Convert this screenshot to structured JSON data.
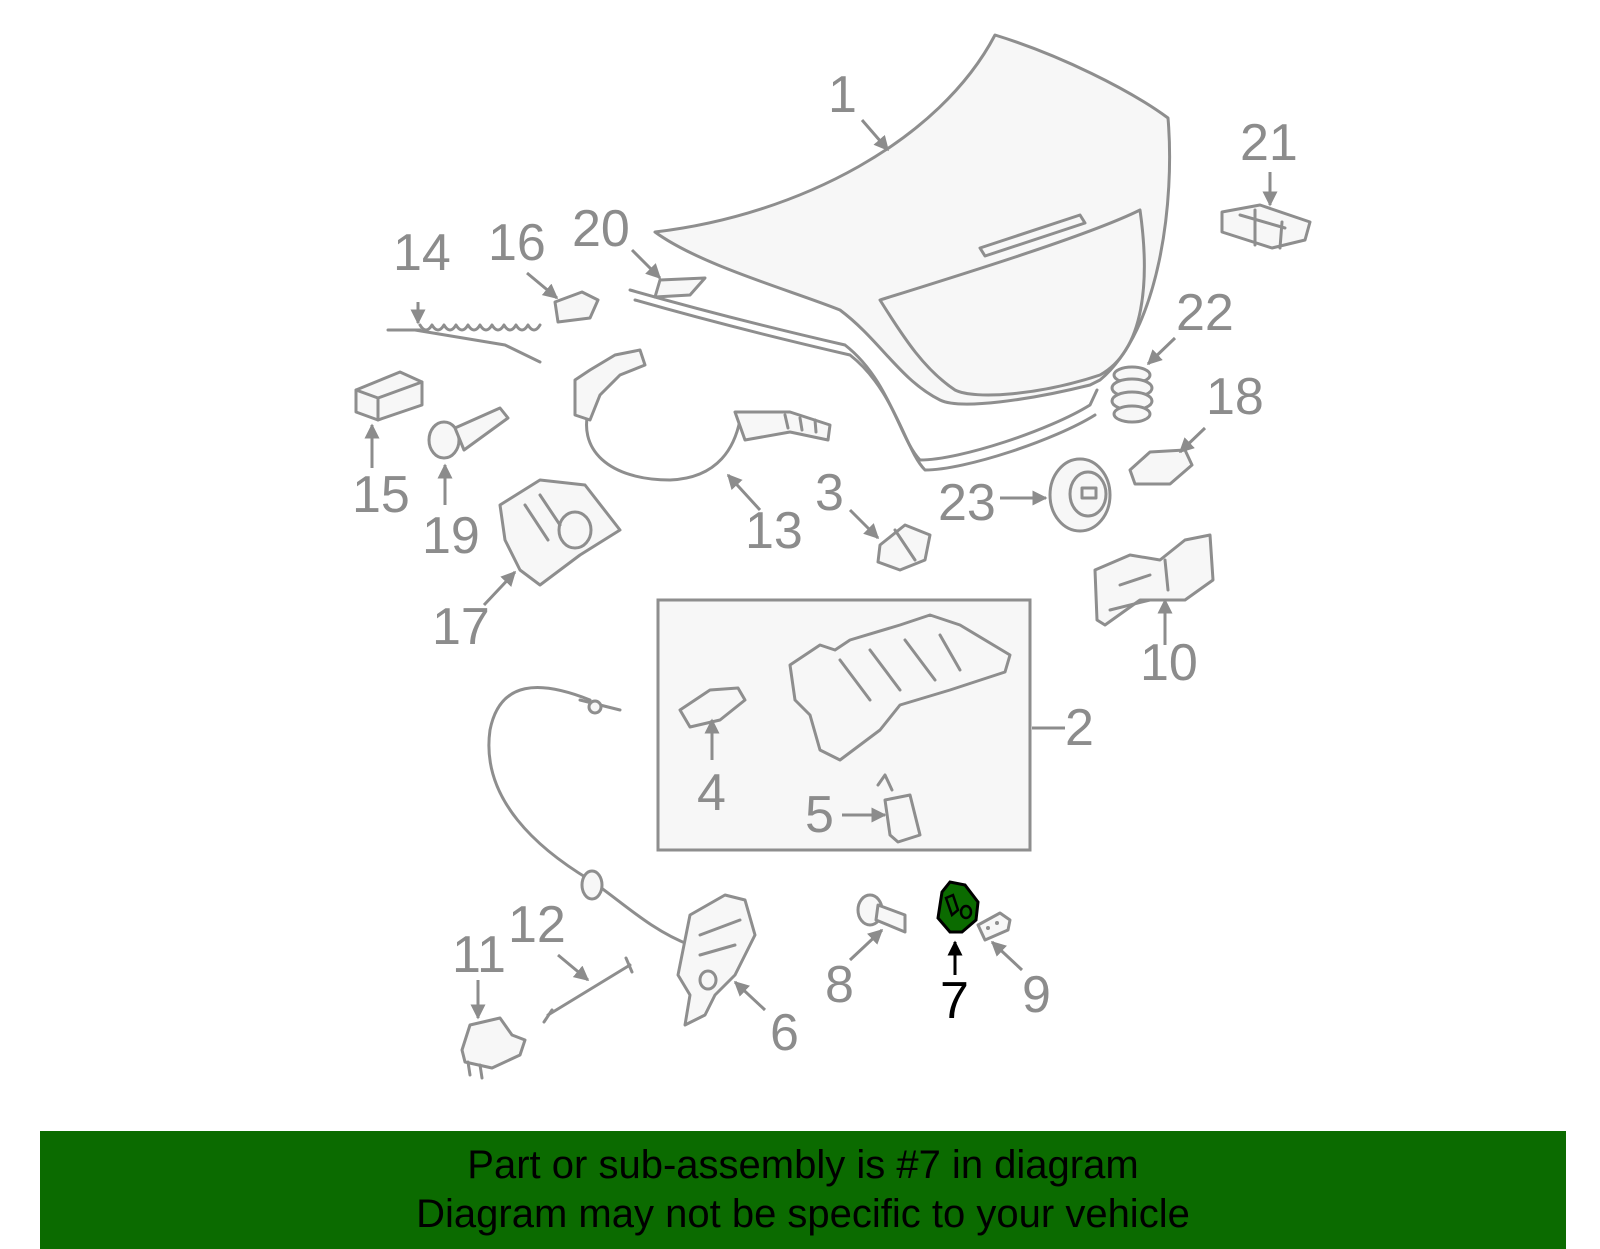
{
  "diagram": {
    "callouts": [
      "1",
      "2",
      "3",
      "4",
      "5",
      "6",
      "7",
      "8",
      "9",
      "10",
      "11",
      "12",
      "13",
      "14",
      "15",
      "16",
      "17",
      "18",
      "19",
      "20",
      "21",
      "22",
      "23"
    ],
    "highlighted_part": "7",
    "colors": {
      "line_art": "#8e8e8e",
      "callout_text": "#8c8c8c",
      "highlight_fill": "#0b6b00",
      "highlight_arrow": "#000000",
      "subassembly_box_fill": "#f7f7f7"
    }
  },
  "banner": {
    "background": "#0b6b00",
    "line1": "Part or sub-assembly is #7 in diagram",
    "line2": "Diagram may not be specific to your vehicle"
  }
}
